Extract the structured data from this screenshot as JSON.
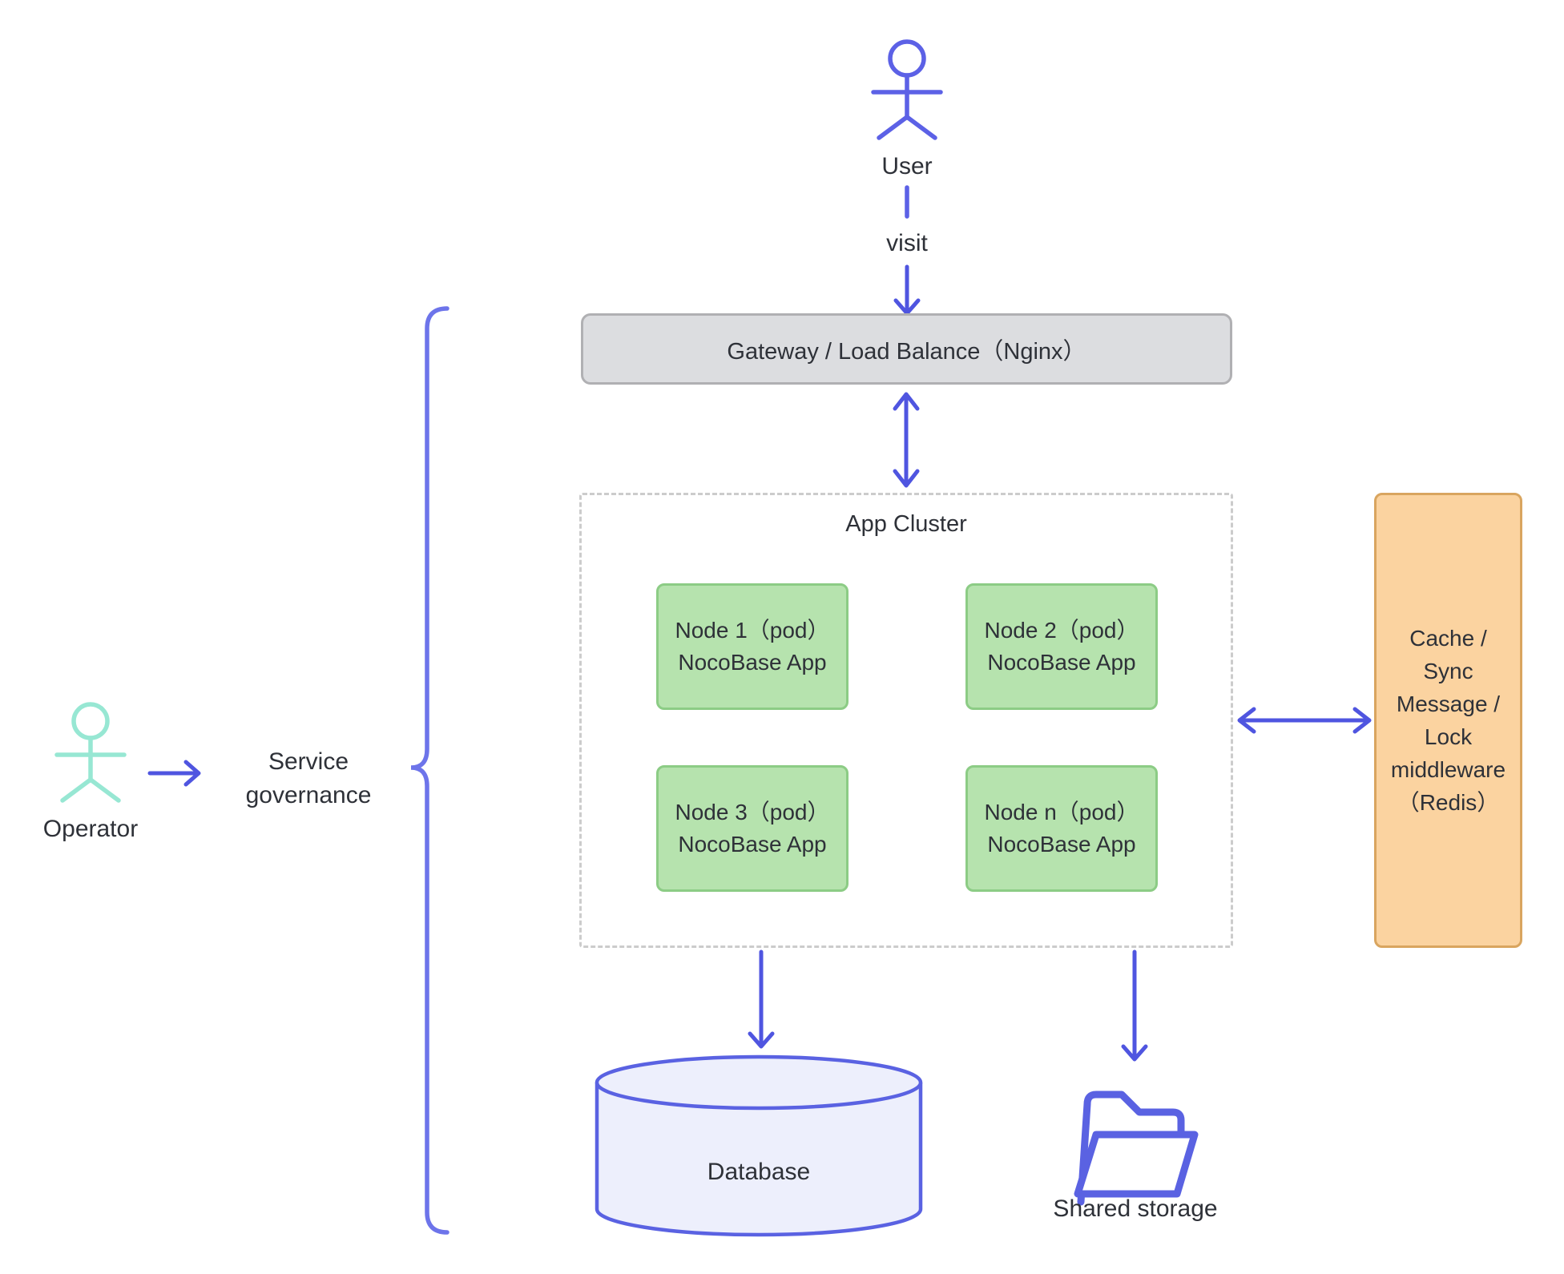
{
  "actors": {
    "user": {
      "label": "User"
    },
    "operator": {
      "label": "Operator"
    }
  },
  "flow": {
    "visit_label": "visit"
  },
  "gateway": {
    "label": "Gateway / Load Balance（Nginx）"
  },
  "app_cluster": {
    "title": "App Cluster",
    "nodes": [
      {
        "line1": "Node 1（pod）",
        "line2": "NocoBase App"
      },
      {
        "line1": "Node 2（pod）",
        "line2": "NocoBase App"
      },
      {
        "line1": "Node 3（pod）",
        "line2": "NocoBase App"
      },
      {
        "line1": "Node n（pod）",
        "line2": "NocoBase App"
      }
    ]
  },
  "middleware": {
    "lines": [
      "Cache /",
      "Sync",
      "Message /",
      "Lock",
      "middleware",
      "（Redis）"
    ]
  },
  "database": {
    "label": "Database"
  },
  "shared_storage": {
    "label": "Shared storage"
  },
  "service_governance": {
    "line1": "Service",
    "line2": "governance"
  },
  "colors": {
    "arrow_indigo": "#4f55e0",
    "figure_indigo": "#5c61e6",
    "brace_indigo": "#6d74ea",
    "operator_teal": "#97e7d3",
    "node_fill": "#b6e3ae",
    "node_border": "#8ccc85",
    "middleware_fill": "#fbd3a0",
    "middleware_border": "#d9a55f",
    "gateway_fill": "#dcdde0",
    "gateway_border": "#b0b0b3",
    "cluster_dash": "#cccccc",
    "database_fill": "#edeffc",
    "storage_stroke": "#5a62e2",
    "text": "#2e3138",
    "background": "#ffffff"
  }
}
